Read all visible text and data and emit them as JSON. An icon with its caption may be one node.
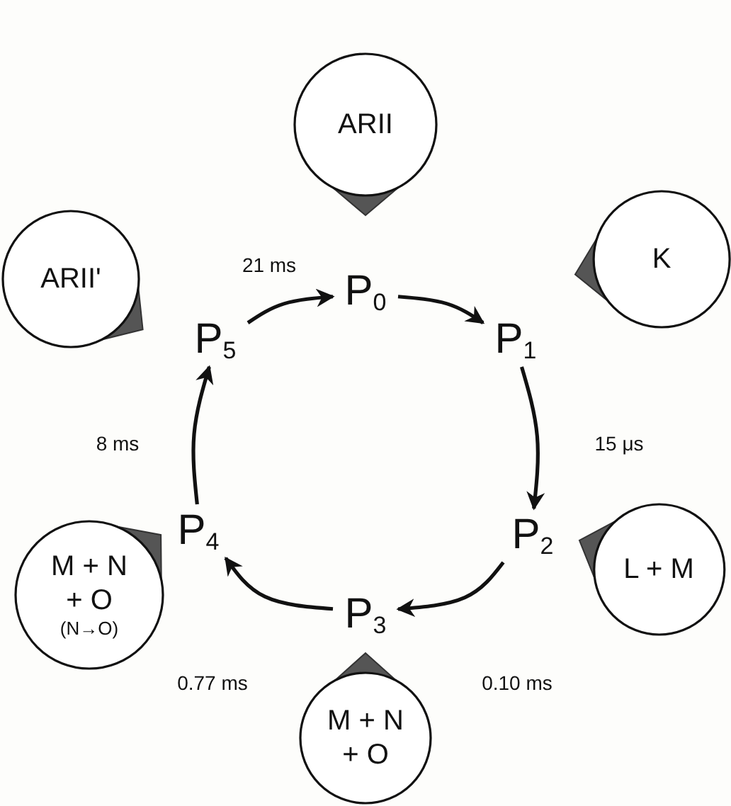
{
  "diagram": {
    "nodes": [
      {
        "text": [
          "ARII"
        ]
      },
      {
        "text": [
          "P$_{0}$"
        ]
      },
      {
        "text": [
          "ARII'"
        ]
      },
      {
        "text": [
          "K"
        ]
      },
      {
        "text": [
          "P$_{5}$"
        ]
      },
      {
        "text": [
          "P$_{1}$"
        ]
      },
      {
        "text": [
          "P$_{4}$"
        ]
      },
      {
        "text": [
          "P$_{2}$"
        ]
      },
      {
        "text": [
          "M + N + O",
          "(N→O)"
        ]
      },
      {
        "text": [
          "L + M"
        ]
      },
      {
        "text": [
          "P$_{3}$"
        ]
      },
      {
        "text": [
          "M + N + O"
        ]
      }
    ],
    "edges": [
      {
        "from": 1,
        "to": 5,
        "arrow": "to"
      },
      {
        "from": 5,
        "to": 7,
        "arrow": "to",
        "label": "15 μs"
      },
      {
        "from": 7,
        "to": 10,
        "arrow": "to",
        "label": "0.10 ms"
      },
      {
        "from": 10,
        "to": 6,
        "arrow": "to",
        "label": "0.77 ms"
      },
      {
        "from": 6,
        "to": 4,
        "arrow": "to",
        "label": "8 ms"
      },
      {
        "from": 4,
        "to": 1,
        "arrow": "to",
        "label": "21 ms"
      }
    ]
  }
}
